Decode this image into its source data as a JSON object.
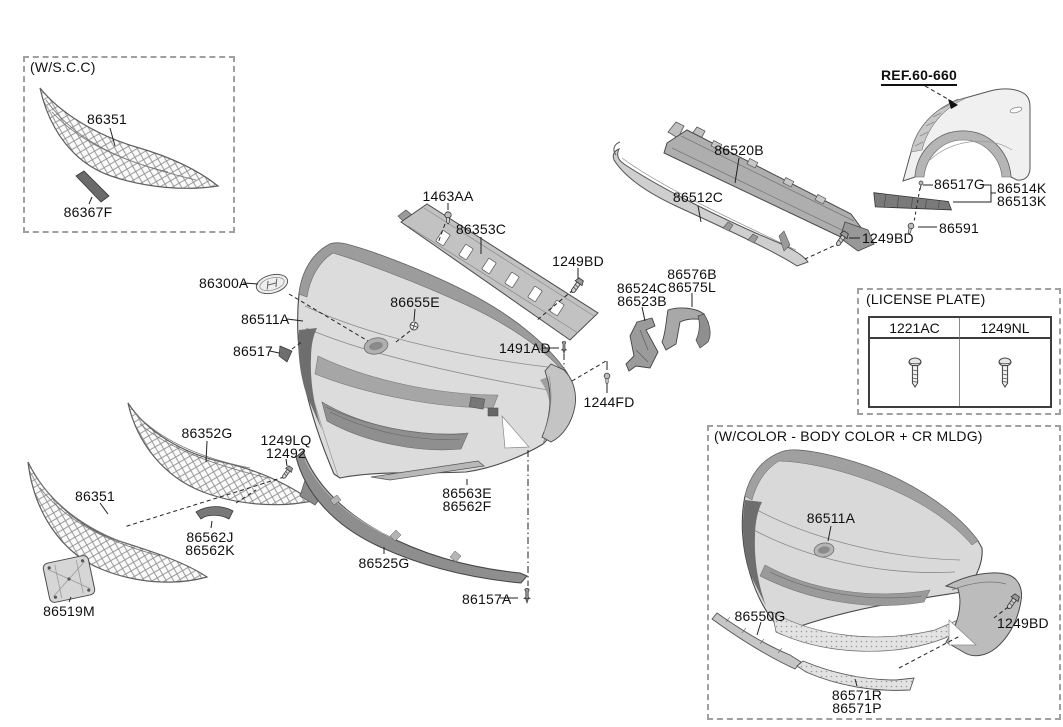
{
  "palette": {
    "line": "#4a4a4a",
    "fill_light": "#e3e3e3",
    "fill_mid": "#b5b5b5",
    "fill_dark": "#6e6e6e",
    "dashed_box_border": "#a0a0a0"
  },
  "boxes": {
    "wscc": {
      "title": "(W/S.C.C)"
    },
    "license_plate": {
      "title": "(LICENSE PLATE)",
      "columns": [
        "1221AC",
        "1249NL"
      ]
    },
    "body_color": {
      "title": "(W/COLOR - BODY COLOR + CR MLDG)"
    }
  },
  "reference": {
    "label": "REF.60-660"
  },
  "labels": {
    "wscc_86351": "86351",
    "wscc_86367f": "86367F",
    "f_86517g": "86517G",
    "f_86514k": "86514K",
    "f_86513k": "86513K",
    "f_86591": "86591",
    "a_1249bd": "1249BD",
    "a_86520b": "86520B",
    "a_86512c": "86512C",
    "g_1463aa": "1463AA",
    "g_86353c": "86353C",
    "g_1249bd": "1249BD",
    "g_86655e": "86655E",
    "b_86300a": "86300A",
    "b_86511a": "86511A",
    "b_86517": "86517",
    "b_1491ad": "1491AD",
    "br_86524c": "86524C",
    "br_86523b": "86523B",
    "br_86576b": "86576B",
    "br_86575l": "86575L",
    "b_1244fd": "1244FD",
    "lg_86352g": "86352G",
    "lg_1249lq": "1249LQ",
    "lg_12492": "12492",
    "lg_86351": "86351",
    "lg_86562j": "86562J",
    "lg_86562k": "86562K",
    "lg_86519m": "86519M",
    "c_86563e": "86563E",
    "c_86562f": "86562F",
    "c_86525g": "86525G",
    "c_86157a": "86157A",
    "wc_86511a": "86511A",
    "wc_86550g": "86550G",
    "wc_1249bd": "1249BD",
    "wc_86571r": "86571R",
    "wc_86571p": "86571P"
  }
}
